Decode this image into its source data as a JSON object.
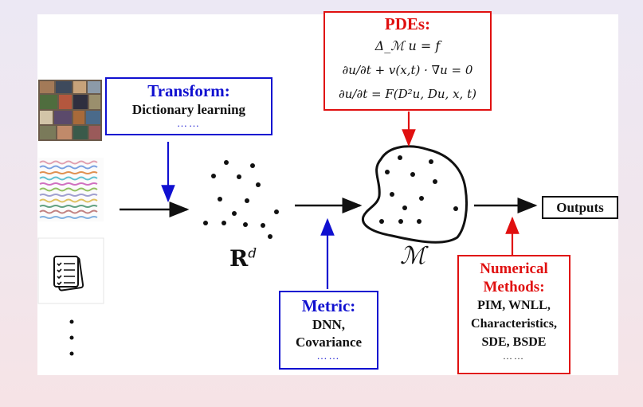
{
  "transform": {
    "title": "Transform:",
    "body": "Dictionary learning",
    "dots": "……"
  },
  "pdes": {
    "title": "PDEs:",
    "eq1": "Δ_ℳ u = f",
    "eq2": "∂u/∂t + v(x,t) · ∇u = 0",
    "eq3": "∂u/∂t = F(D²u, Du, x, t)"
  },
  "metric": {
    "title": "Metric:",
    "line1": "DNN,",
    "line2": "Covariance",
    "dots": "……"
  },
  "numerical": {
    "title_line1": "Numerical",
    "title_line2": "Methods:",
    "line1": "PIM, WNLL,",
    "line2": "Characteristics,",
    "line3": "SDE, BSDE",
    "dots": "……"
  },
  "rd_label": "R",
  "rd_sup": "d",
  "manifold_label": "ℳ",
  "outputs_label": "Outputs",
  "inputs_more": "⋮",
  "colors": {
    "blue": "#1010d0",
    "red": "#e01010"
  }
}
